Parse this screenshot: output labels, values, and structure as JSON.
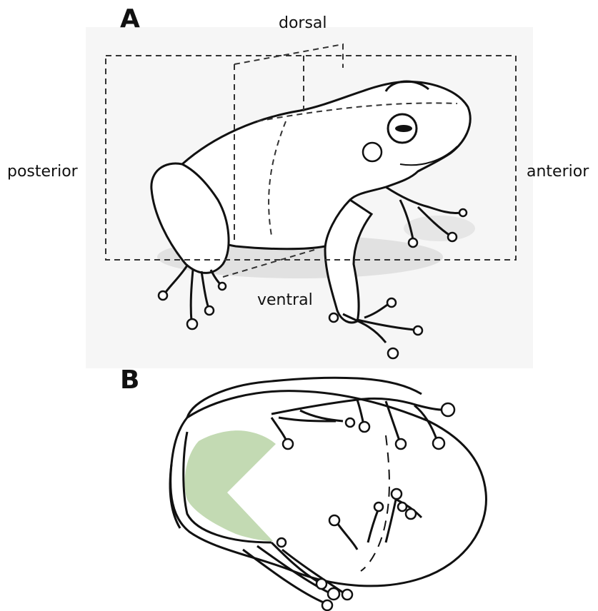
{
  "figure": {
    "panel_a": {
      "label": "A",
      "directions": {
        "dorsal": "dorsal",
        "ventral": "ventral",
        "posterior": "posterior",
        "anterior": "anterior"
      }
    },
    "panel_b": {
      "label": "B"
    }
  },
  "colors": {
    "outline": "#111111",
    "panel_a_background": "#f6f6f6",
    "highlight_green": "#b8d3a6",
    "frog_fill": "#ffffff"
  }
}
